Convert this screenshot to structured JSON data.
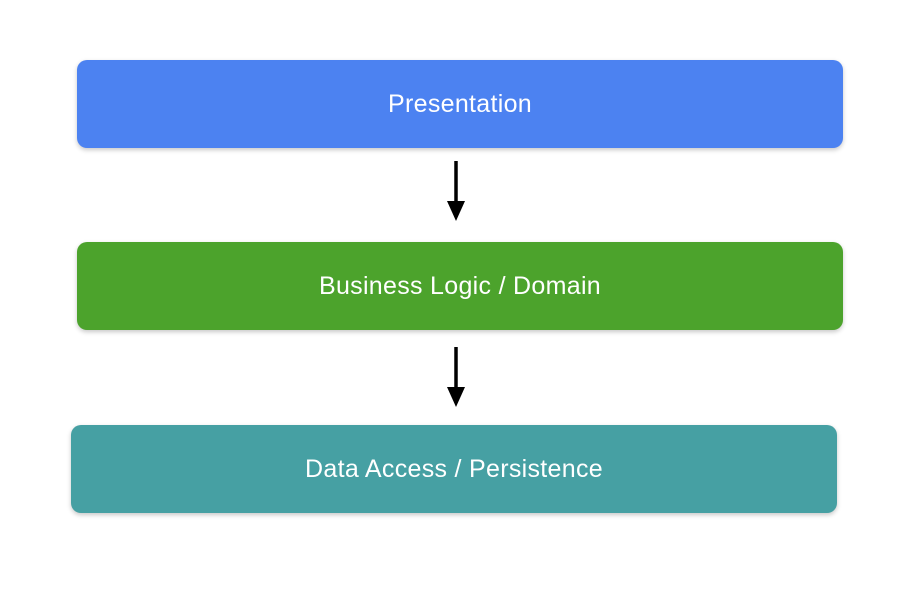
{
  "page": {
    "background": "#ffffff",
    "text_color": "#ffffff"
  },
  "layers": [
    {
      "label": "Presentation",
      "color": "#4C82F1"
    },
    {
      "label": "Business Logic / Domain",
      "color": "#4CA32C"
    },
    {
      "label": "Data Access / Persistence",
      "color": "#46A0A3"
    }
  ],
  "arrows": [
    {
      "name": "presentation-to-business-logic",
      "direction": "down",
      "color": "#000000"
    },
    {
      "name": "business-logic-to-data-access",
      "direction": "down",
      "color": "#000000"
    }
  ]
}
